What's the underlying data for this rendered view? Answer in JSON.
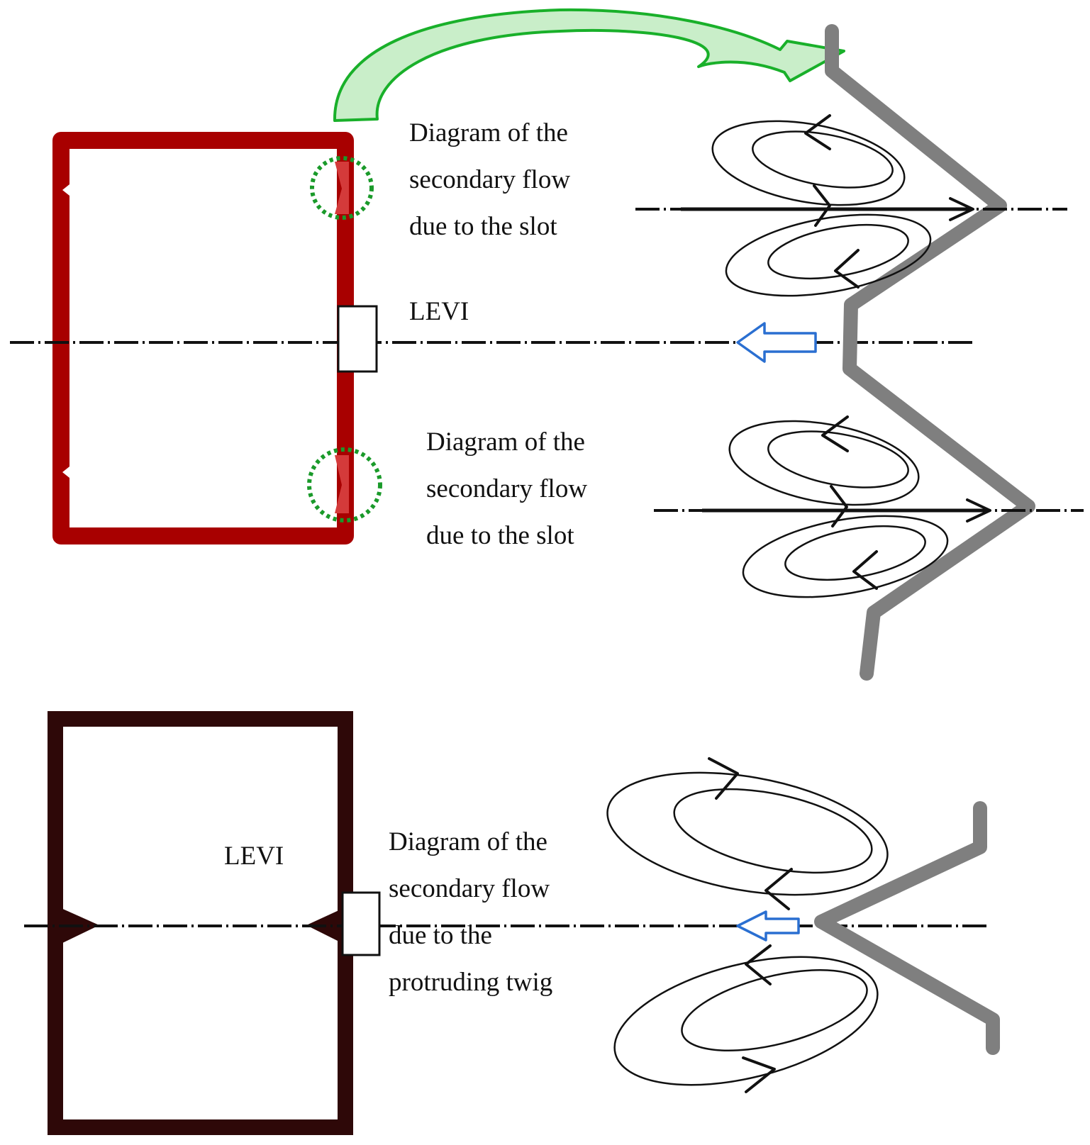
{
  "top_panel": {
    "label_upper": {
      "line1": "Diagram of the",
      "line2": "secondary flow",
      "line3": "due to the slot"
    },
    "levi_label": "LEVI",
    "label_lower": {
      "line1": "Diagram of the",
      "line2": "secondary flow",
      "line3": "due to the slot"
    }
  },
  "bottom_panel": {
    "levi_label": "LEVI",
    "label": {
      "line1": "Diagram of the",
      "line2": "secondary flow",
      "line3": "due to the",
      "line4": "protruding twig"
    }
  },
  "colors": {
    "top_box": "#a80000",
    "bottom_box": "#2e0808",
    "wall": "#7f7f7f",
    "slot_marker": "#1a9a2a",
    "arrow_blue": "#2a6fd1",
    "arrow_green": "#19b02a"
  }
}
